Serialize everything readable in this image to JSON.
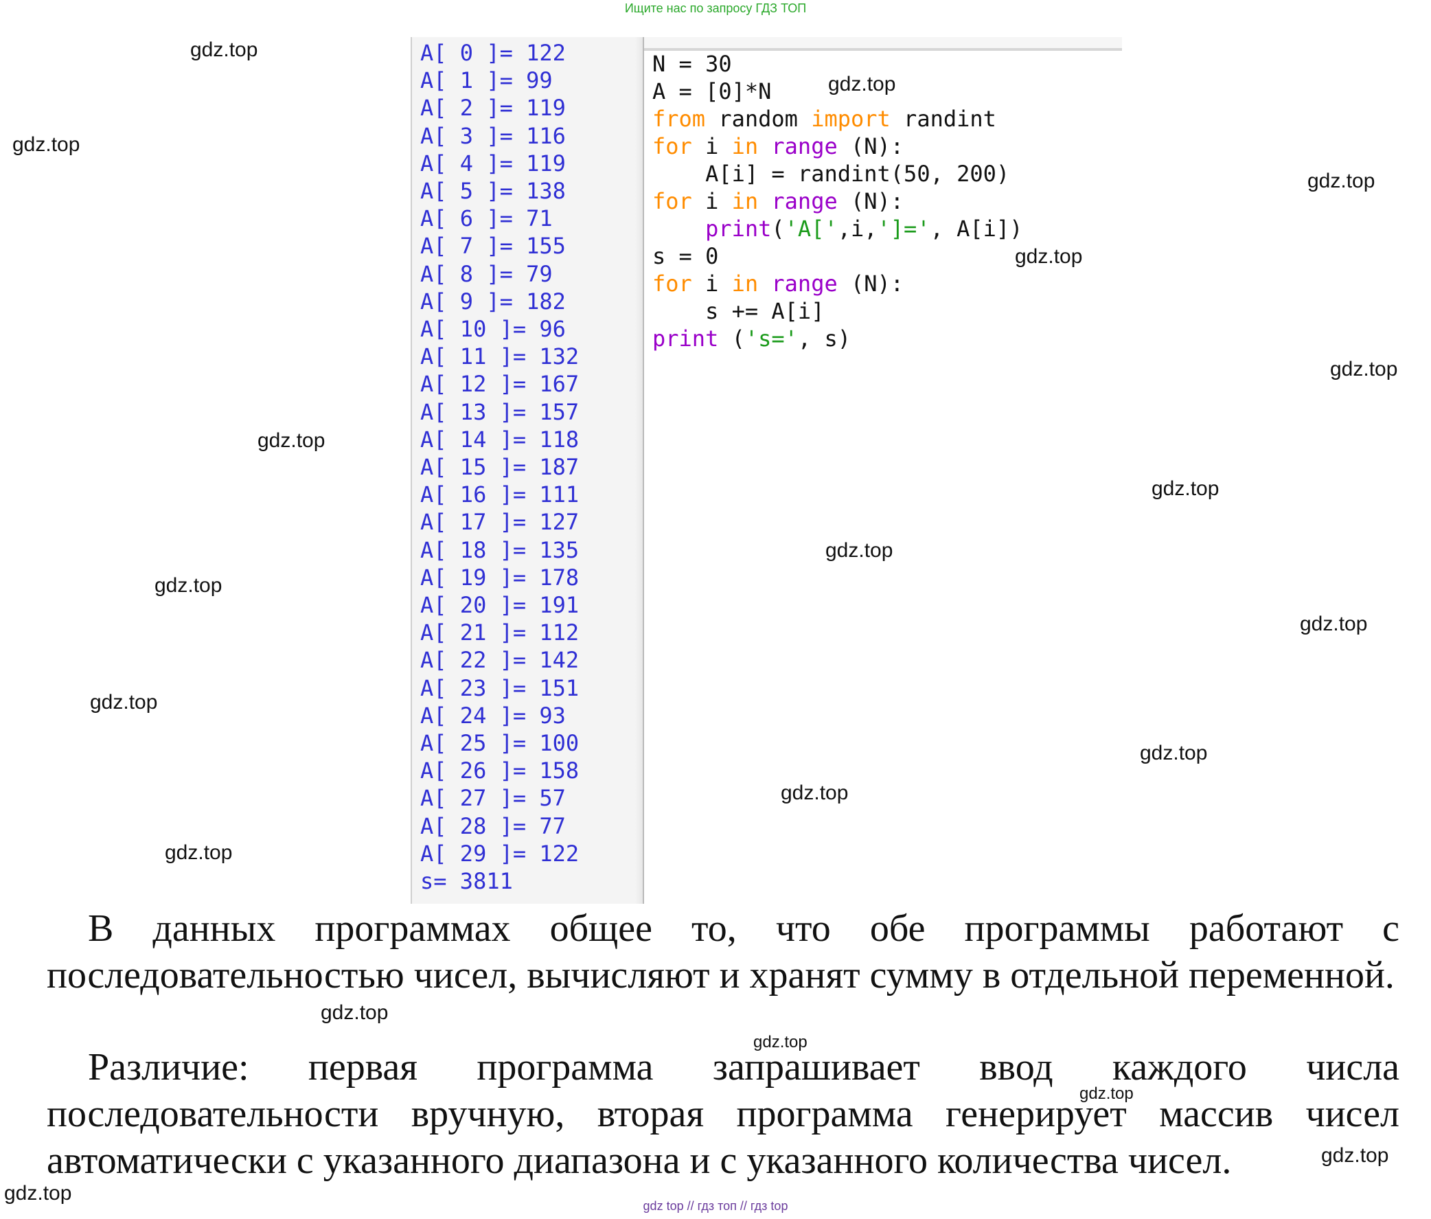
{
  "banner": "Ищите нас по запросу ГДЗ ТОП",
  "watermark": "gdz.top",
  "output_lines": [
    "A[ 0 ]= 122",
    "A[ 1 ]= 99",
    "A[ 2 ]= 119",
    "A[ 3 ]= 116",
    "A[ 4 ]= 119",
    "A[ 5 ]= 138",
    "A[ 6 ]= 71",
    "A[ 7 ]= 155",
    "A[ 8 ]= 79",
    "A[ 9 ]= 182",
    "A[ 10 ]= 96",
    "A[ 11 ]= 132",
    "A[ 12 ]= 167",
    "A[ 13 ]= 157",
    "A[ 14 ]= 118",
    "A[ 15 ]= 187",
    "A[ 16 ]= 111",
    "A[ 17 ]= 127",
    "A[ 18 ]= 135",
    "A[ 19 ]= 178",
    "A[ 20 ]= 191",
    "A[ 21 ]= 112",
    "A[ 22 ]= 142",
    "A[ 23 ]= 151",
    "A[ 24 ]= 93",
    "A[ 25 ]= 100",
    "A[ 26 ]= 158",
    "A[ 27 ]= 57",
    "A[ 28 ]= 77",
    "A[ 29 ]= 122",
    "s= 3811"
  ],
  "code": {
    "line1": "N = 30",
    "line2": "A = [0]*N",
    "line3": {
      "kw1": "from",
      "mod": " random ",
      "kw2": "import",
      "name": " randint"
    },
    "line4": {
      "kw1": "for",
      "v": " i ",
      "kw2": "in",
      "sp": " ",
      "fn": "range",
      "rest": " (N):"
    },
    "line5": "    A[i] = randint(50, 200)",
    "line6": {
      "kw1": "for",
      "v": " i ",
      "kw2": "in",
      "sp": " ",
      "fn": "range",
      "rest": " (N):"
    },
    "line7": {
      "indent": "    ",
      "fn": "print",
      "p1": "(",
      "s1": "'A['",
      "p2": ",i,",
      "s2": "']='",
      "p3": ", A[i])"
    },
    "line8": "s = 0",
    "line9": {
      "kw1": "for",
      "v": " i ",
      "kw2": "in",
      "sp": " ",
      "fn": "range",
      "rest": " (N):"
    },
    "line10": "    s += A[i]",
    "line11": {
      "fn": "print",
      "p1": " (",
      "s1": "'s='",
      "p2": ", s)"
    }
  },
  "paragraph1": "В данных программах общее то, что обе программы работают с последовательностью чисел, вычисляют и хранят сумму в отдельной переменной.",
  "paragraph2": "Различие: первая программа запрашивает ввод каждого числа последовательности вручную, вторая программа генерирует массив чисел автоматически с указанного диапазона и с указанного количества чисел.",
  "footer": "gdz top // гдз топ // гдз top"
}
